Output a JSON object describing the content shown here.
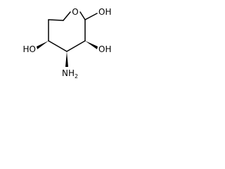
{
  "structure": {
    "atoms": {
      "ring_oxygen": "O",
      "anomeric_oh": "OH",
      "c3_oh": "OH",
      "c5_oh": "HO",
      "amino_n": "NH",
      "amino_sub": "2"
    }
  }
}
